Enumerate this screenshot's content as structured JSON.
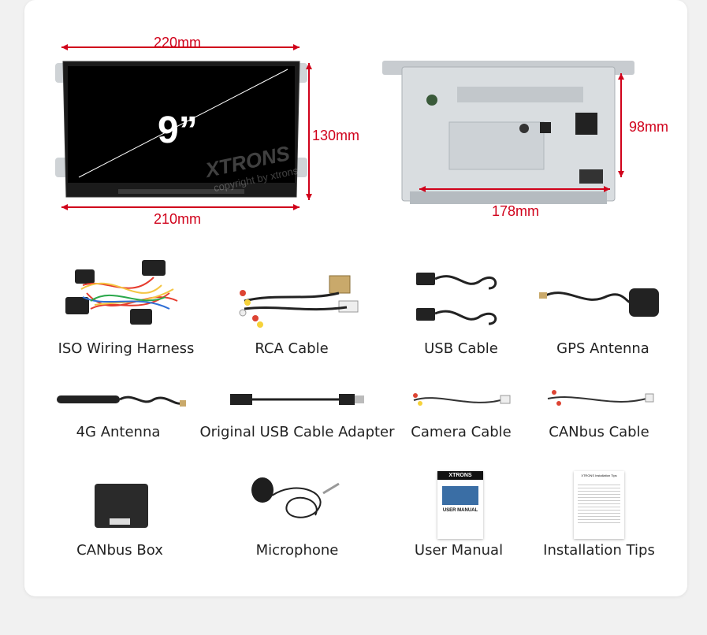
{
  "dimensions": {
    "front_width_top": "220mm",
    "front_width_bottom": "210mm",
    "front_height": "130mm",
    "screen_size": "9”",
    "back_height": "98mm",
    "back_width": "178mm"
  },
  "watermark": {
    "brand": "XTRONS",
    "copyright": "copyright by xtrons"
  },
  "items": [
    {
      "label": "ISO Wiring Harness",
      "icon": "wiring-harness-icon"
    },
    {
      "label": "RCA Cable",
      "icon": "rca-cable-icon"
    },
    {
      "label": "USB Cable",
      "icon": "usb-cable-icon"
    },
    {
      "label": "GPS Antenna",
      "icon": "gps-antenna-icon"
    },
    {
      "label": "4G Antenna",
      "icon": "4g-antenna-icon"
    },
    {
      "label": "Original USB Cable Adapter",
      "icon": "usb-adapter-icon"
    },
    {
      "label": "Camera Cable",
      "icon": "camera-cable-icon"
    },
    {
      "label": "CANbus Cable",
      "icon": "canbus-cable-icon"
    },
    {
      "label": "CANbus Box",
      "icon": "canbus-box-icon"
    },
    {
      "label": "Microphone",
      "icon": "microphone-icon"
    },
    {
      "label": "User Manual",
      "icon": "user-manual-icon"
    },
    {
      "label": "Installation Tips",
      "icon": "installation-tips-icon"
    }
  ],
  "manual": {
    "brand": "XTRONS",
    "title": "USER MANUAL",
    "tips_title": "XTRONS Installation Tips"
  },
  "colors": {
    "dimension": "#d0021b",
    "background": "#f1f1f1",
    "card": "#ffffff"
  }
}
